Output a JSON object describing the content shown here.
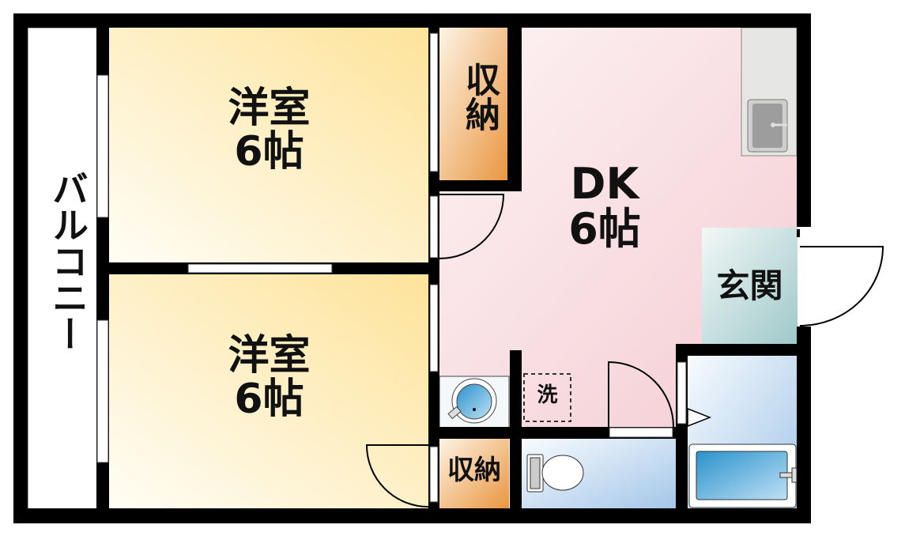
{
  "plan": {
    "balcony": {
      "label": "バルコニー"
    },
    "bedroom_top": {
      "name": "洋室",
      "size": "6帖"
    },
    "bedroom_bottom": {
      "name": "洋室",
      "size": "6帖"
    },
    "storage_top": {
      "label": "収納"
    },
    "storage_bottom": {
      "label": "収納"
    },
    "dining_kitchen": {
      "name": "DK",
      "size": "6帖"
    },
    "entrance": {
      "label": "玄関"
    },
    "washer": {
      "label": "洗"
    }
  },
  "colors": {
    "wall": "#000000",
    "bedroom": "#fde39a",
    "storage": "#e9a157",
    "dk": "#f5d0d6",
    "entrance": "#a9cfcf",
    "wet_area": "#a9c8e8"
  }
}
